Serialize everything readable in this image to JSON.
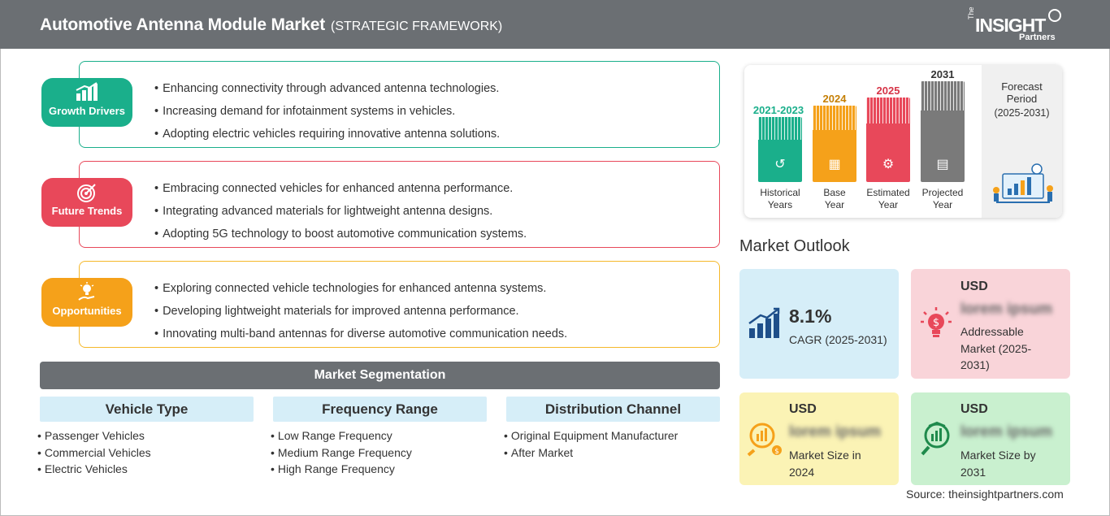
{
  "header": {
    "title": "Automotive Antenna Module Market",
    "subtitle": "(STRATEGIC FRAMEWORK)",
    "logo_the": "The",
    "logo_insight": "INSIGHT",
    "logo_partners": "Partners"
  },
  "drivers": {
    "growth": {
      "label": "Growth Drivers",
      "color": "#1aaf8b",
      "items": [
        "Enhancing connectivity through advanced antenna technologies.",
        "Increasing demand for infotainment systems in vehicles.",
        "Adopting electric vehicles requiring innovative antenna solutions."
      ]
    },
    "trends": {
      "label": "Future Trends",
      "color": "#e8485a",
      "items": [
        "Embracing connected vehicles for enhanced antenna performance.",
        "Integrating advanced materials for lightweight antenna designs.",
        "Adopting 5G technology to boost automotive communication systems."
      ]
    },
    "opportunities": {
      "label": "Opportunities",
      "color": "#f5a11a",
      "items": [
        "Exploring connected vehicle technologies for enhanced antenna systems.",
        "Developing lightweight materials for improved antenna performance.",
        "Innovating multi-band antennas for diverse automotive communication needs."
      ]
    }
  },
  "segmentation": {
    "title": "Market Segmentation",
    "columns": [
      {
        "head": "Vehicle Type",
        "items": [
          "Passenger Vehicles",
          "Commercial Vehicles",
          "Electric Vehicles"
        ]
      },
      {
        "head": "Frequency Range",
        "items": [
          "Low Range Frequency",
          "Medium Range Frequency",
          "High Range Frequency"
        ]
      },
      {
        "head": "Distribution Channel",
        "items": [
          "Original Equipment Manufacturer",
          "After Market"
        ]
      }
    ]
  },
  "timeline": {
    "historical": {
      "year": "2021-2023",
      "label1": "Historical",
      "label2": "Years",
      "color": "#1aaf8b"
    },
    "base": {
      "year": "2024",
      "label1": "Base",
      "label2": "Year",
      "color": "#f5a11a"
    },
    "estimated": {
      "year": "2025",
      "label1": "Estimated",
      "label2": "Year",
      "color": "#e8485a"
    },
    "projected": {
      "year": "2031",
      "label1": "Projected",
      "label2": "Year",
      "color": "#7a7a7a"
    },
    "forecast_title1": "Forecast",
    "forecast_title2": "Period",
    "forecast_range": "(2025-2031)"
  },
  "outlook": {
    "title": "Market Outlook",
    "cagr": {
      "value": "8.1%",
      "label": "CAGR (2025-2031)",
      "bg": "#d6eef8"
    },
    "addressable": {
      "usd": "USD",
      "placeholder": "lorem ipsum",
      "label1": "Addressable",
      "label2": "Market (2025-",
      "label3": "2031)",
      "bg": "#f9d4d9"
    },
    "size2024": {
      "usd": "USD",
      "placeholder": "lorem ipsum",
      "label1": "Market Size in",
      "label2": "2024",
      "bg": "#fbf3b5"
    },
    "size2031": {
      "usd": "USD",
      "placeholder": "lorem ipsum",
      "label1": "Market Size by",
      "label2": "2031",
      "bg": "#c9f0cf"
    }
  },
  "source": "Source: theinsightpartners.com"
}
